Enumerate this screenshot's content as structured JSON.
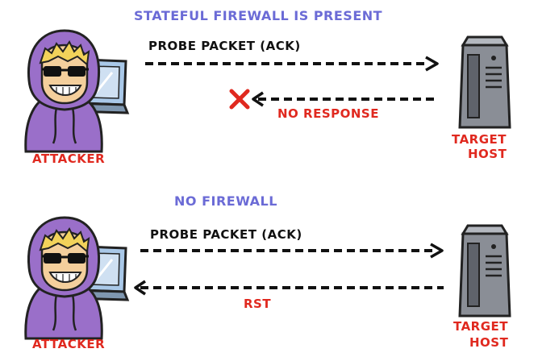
{
  "top": {
    "title": "STATEFUL FIREWALL IS PRESENT",
    "probe_label": "PROBE PACKET (ACK)",
    "return_label": "NO RESPONSE",
    "attacker_label": "ATTACKER",
    "host_label_line1": "TARGET",
    "host_label_line2": "HOST"
  },
  "bottom": {
    "title": "NO FIREWALL",
    "probe_label": "PROBE PACKET (ACK)",
    "return_label": "RST",
    "attacker_label": "ATTACKER",
    "host_label_line1": "TARGET",
    "host_label_line2": "HOST"
  },
  "colors": {
    "title": "#6b6bd6",
    "red_label": "#e0291f",
    "hood": "#9a6fc9",
    "laptop": "#a9c8e8",
    "server": "#8a8e96"
  }
}
